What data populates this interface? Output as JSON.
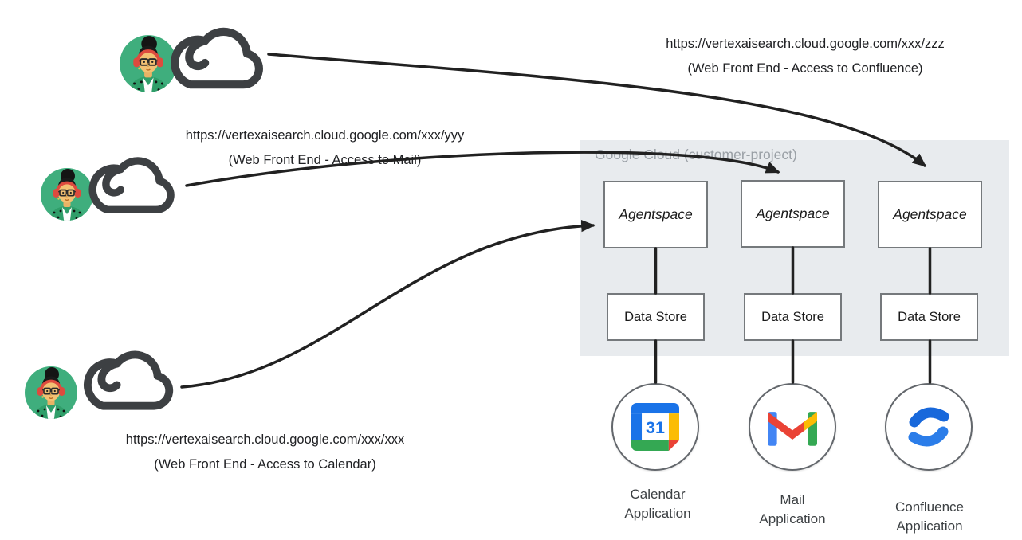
{
  "panel": {
    "label": "Google Cloud (customer-project)"
  },
  "users": [
    {
      "role": "confluence-user",
      "url": "https://vertexaisearch.cloud.google.com/xxx/zzz",
      "description": "(Web Front End - Access to Confluence)"
    },
    {
      "role": "mail-user",
      "url": "https://vertexaisearch.cloud.google.com/xxx/yyy",
      "description": "(Web Front End - Access to Mail)"
    },
    {
      "role": "calendar-user",
      "url": "https://vertexaisearch.cloud.google.com/xxx/xxx",
      "description": "(Web Front End - Access to Calendar)"
    }
  ],
  "columns": [
    {
      "agent": "Agentspace",
      "datastore": "Data Store",
      "app_line1": "Calendar",
      "app_line2": "Application",
      "icon": "google-calendar-icon",
      "calendar_day": "31"
    },
    {
      "agent": "Agentspace",
      "datastore": "Data Store",
      "app_line1": "Mail",
      "app_line2": "Application",
      "icon": "gmail-icon"
    },
    {
      "agent": "Agentspace",
      "datastore": "Data Store",
      "app_line1": "Confluence",
      "app_line2": "Application",
      "icon": "confluence-icon"
    }
  ],
  "colors": {
    "panel_bg": "#e8ebee",
    "panel_label": "#9aa0a6",
    "arrow": "#212121",
    "avatar_bg": "#3fae7d",
    "headphones_red": "#dd4b3e",
    "google_blue": "#1a73e8",
    "google_red": "#ea4335",
    "google_yellow": "#fbbc04",
    "google_green": "#34a853",
    "confluence_blue": "#1868db"
  }
}
